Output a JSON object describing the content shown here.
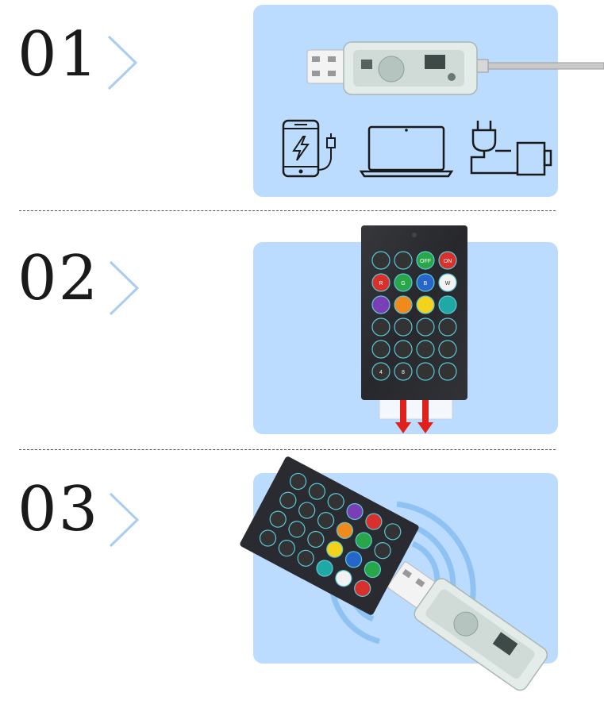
{
  "steps": [
    {
      "number": "01"
    },
    {
      "number": "02"
    },
    {
      "number": "03"
    }
  ],
  "colors": {
    "panel": "#bcdcff",
    "chevron": "#a9cdf2",
    "arrow": "#e0201b",
    "remote": "#2a2b30"
  },
  "icons": [
    "phone-charging-icon",
    "laptop-icon",
    "power-plug-icon"
  ],
  "remote": {
    "buttons": [
      "OFF",
      "ON",
      "R",
      "G",
      "B",
      "W",
      "4",
      "8"
    ]
  }
}
